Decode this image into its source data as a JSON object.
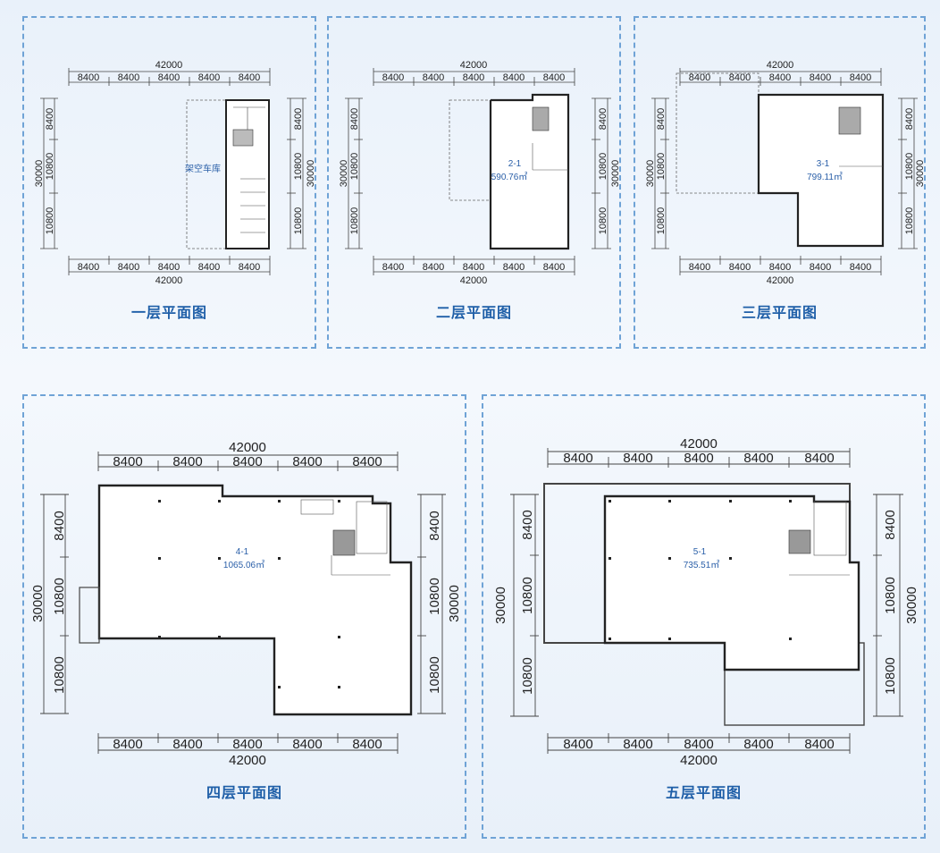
{
  "floors": [
    {
      "caption": "一层平面图",
      "top_total": "42000",
      "bottom_total": "42000",
      "bays": [
        "8400",
        "8400",
        "8400",
        "8400",
        "8400"
      ],
      "left_total": "30000",
      "right_total": "30000",
      "left_parts": [
        "8400",
        "10800",
        "10800"
      ],
      "right_parts": [
        "8400",
        "10800",
        "10800"
      ],
      "room_label": "架空车库",
      "area": ""
    },
    {
      "caption": "二层平面图",
      "top_total": "42000",
      "bottom_total": "42000",
      "bays": [
        "8400",
        "8400",
        "8400",
        "8400",
        "8400"
      ],
      "left_total": "30000",
      "right_total": "30000",
      "left_parts": [
        "8400",
        "10800",
        "10800"
      ],
      "right_parts": [
        "8400",
        "10800",
        "10800"
      ],
      "room_label": "2-1",
      "area": "590.76㎡"
    },
    {
      "caption": "三层平面图",
      "top_total": "42000",
      "bottom_total": "42000",
      "bays": [
        "8400",
        "8400",
        "8400",
        "8400",
        "8400"
      ],
      "left_total": "30000",
      "right_total": "30000",
      "left_parts": [
        "8400",
        "10800",
        "10800"
      ],
      "right_parts": [
        "8400",
        "10800",
        "10800"
      ],
      "room_label": "3-1",
      "area": "799.11㎡"
    },
    {
      "caption": "四层平面图",
      "top_total": "42000",
      "bottom_total": "42000",
      "bays": [
        "8400",
        "8400",
        "8400",
        "8400",
        "8400"
      ],
      "left_total": "30000",
      "right_total": "30000",
      "left_parts": [
        "8400",
        "10800",
        "10800"
      ],
      "right_parts": [
        "8400",
        "10800",
        "10800"
      ],
      "room_label": "4-1",
      "area": "1065.06㎡"
    },
    {
      "caption": "五层平面图",
      "top_total": "42000",
      "bottom_total": "42000",
      "bays": [
        "8400",
        "8400",
        "8400",
        "8400",
        "8400"
      ],
      "left_total": "30000",
      "right_total": "30000",
      "left_parts": [
        "8400",
        "10800",
        "10800"
      ],
      "right_parts": [
        "8400",
        "10800",
        "10800"
      ],
      "room_label": "5-1",
      "area": "735.51㎡"
    }
  ],
  "colors": {
    "panel_border": "#6fa3d6",
    "caption": "#1f5fa8",
    "wall": "#333333",
    "room_label": "#2a5fa8"
  }
}
